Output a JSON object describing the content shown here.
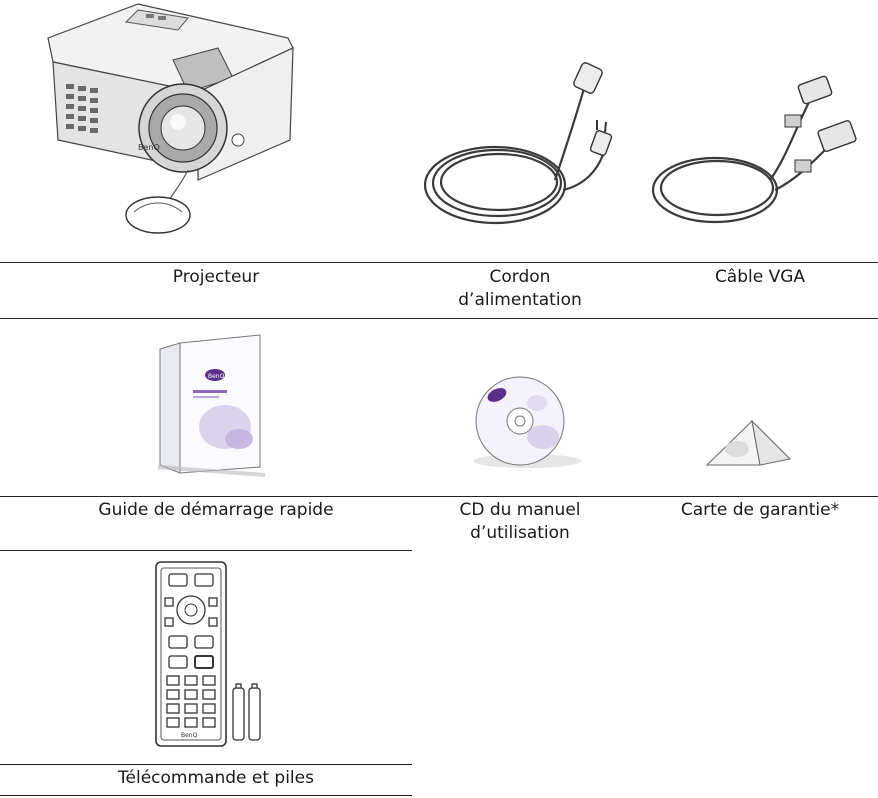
{
  "items": [
    {
      "label": "Projecteur",
      "icon": "projector-icon"
    },
    {
      "label": "Cordon d’alimentation",
      "icon": "power-cord-icon"
    },
    {
      "label": "Câble VGA",
      "icon": "vga-cable-icon"
    },
    {
      "label": "Guide de démarrage rapide",
      "icon": "quick-start-guide-icon"
    },
    {
      "label": "CD du manuel d’utilisation",
      "icon": "user-manual-cd-icon"
    },
    {
      "label": "Carte de garantie*",
      "icon": "warranty-card-icon"
    },
    {
      "label": "Télécommande et piles",
      "icon": "remote-control-and-batteries-icon"
    }
  ],
  "brand": {
    "logo_text": "BenQ"
  }
}
